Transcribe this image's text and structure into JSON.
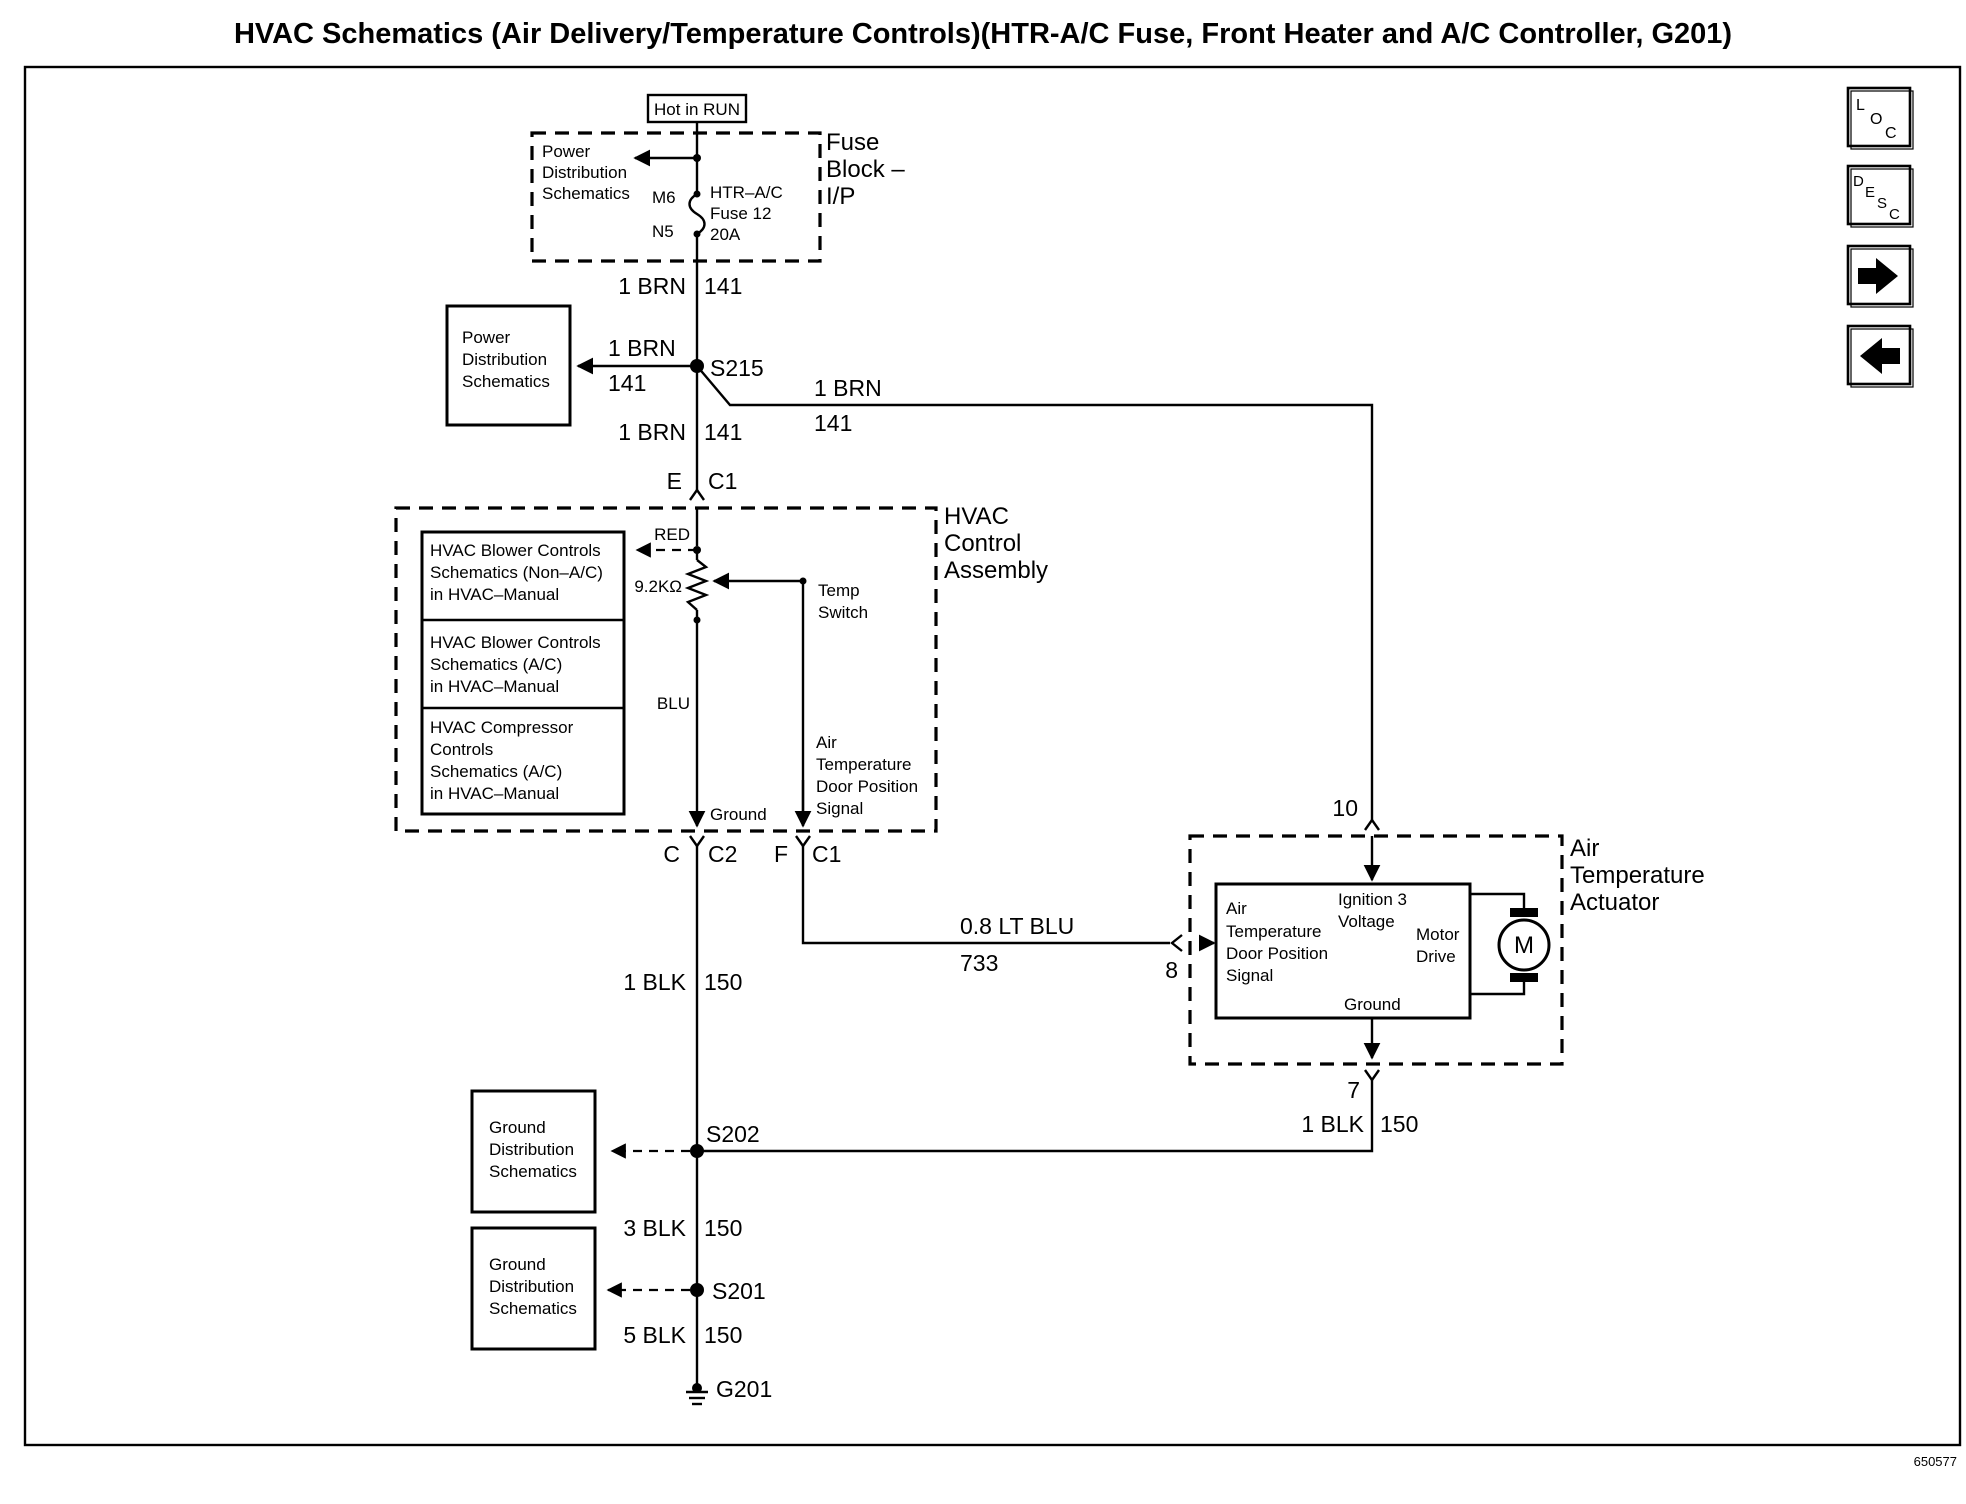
{
  "title": "HVAC Schematics (Air Delivery/Temperature Controls)(HTR-A/C Fuse, Front Heater and A/C Controller, G201)",
  "diagram_id": "650577",
  "nav": {
    "loc": [
      "L",
      "O",
      "C"
    ],
    "desc": [
      "D",
      "E",
      "S",
      "C"
    ]
  },
  "fuse_block": {
    "hot_label": "Hot in RUN",
    "title": [
      "Fuse",
      "Block –",
      "I/P"
    ],
    "power_ref": [
      "Power",
      "Distribution",
      "Schematics"
    ],
    "pin_top": "M6",
    "pin_bottom": "N5",
    "fuse": [
      "HTR–A/C",
      "Fuse 12",
      "20A"
    ]
  },
  "wires": {
    "w1": {
      "gauge": "1 BRN",
      "circuit": "141"
    },
    "w2": {
      "gauge": "1 BRN",
      "circuit": "141"
    },
    "w3": {
      "gauge": "1 BRN",
      "circuit": "141"
    },
    "w4": {
      "gauge": "1 BRN",
      "circuit": "141"
    },
    "signal": {
      "gauge": "0.8 LT BLU",
      "circuit": "733"
    },
    "g1": {
      "gauge": "1 BLK",
      "circuit": "150"
    },
    "g2": {
      "gauge": "1 BLK",
      "circuit": "150"
    },
    "g3": {
      "gauge": "3 BLK",
      "circuit": "150"
    },
    "g4": {
      "gauge": "5 BLK",
      "circuit": "150"
    }
  },
  "splices": {
    "s215": "S215",
    "s202": "S202",
    "s201": "S201",
    "ground": "G201"
  },
  "power_ref_box": [
    "Power",
    "Distribution",
    "Schematics"
  ],
  "hvac_control": {
    "title": [
      "HVAC",
      "Control",
      "Assembly"
    ],
    "conn_top": {
      "pin": "E",
      "conn": "C1"
    },
    "conn_bottom_left": {
      "pin": "C",
      "conn": "C2"
    },
    "conn_bottom_right": {
      "pin": "F",
      "conn": "C1"
    },
    "red": "RED",
    "resistor": "9.2KΩ",
    "blu": "BLU",
    "ground": "Ground",
    "temp_switch": [
      "Temp",
      "Switch"
    ],
    "signal": [
      "Air",
      "Temperature",
      "Door Position",
      "Signal"
    ],
    "refs": [
      [
        "HVAC Blower Controls",
        "Schematics (Non–A/C)",
        "in HVAC–Manual"
      ],
      [
        "HVAC Blower Controls",
        "Schematics (A/C)",
        "in HVAC–Manual"
      ],
      [
        "HVAC Compressor",
        "Controls",
        "Schematics (A/C)",
        "in HVAC–Manual"
      ]
    ]
  },
  "actuator": {
    "title": [
      "Air",
      "Temperature",
      "Actuator"
    ],
    "pin_ign": "10",
    "pin_signal": "8",
    "pin_ground": "7",
    "signal": [
      "Air",
      "Temperature",
      "Door Position",
      "Signal"
    ],
    "ign": [
      "Ignition 3",
      "Voltage"
    ],
    "motor": [
      "Motor",
      "Drive"
    ],
    "ground": "Ground",
    "motor_symbol": "M"
  },
  "ground_refs": [
    [
      "Ground",
      "Distribution",
      "Schematics"
    ],
    [
      "Ground",
      "Distribution",
      "Schematics"
    ]
  ]
}
